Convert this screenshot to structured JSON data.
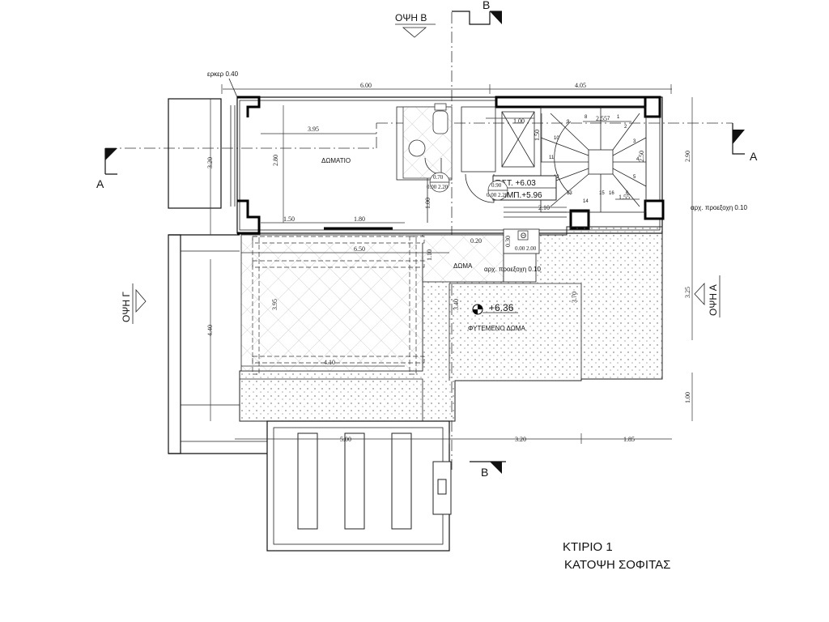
{
  "building": {
    "title": "ΚΤΙΡΙΟ 1",
    "subtitle": "ΚΑΤΟΨΗ ΣΟΦΙΤΑΣ"
  },
  "sections": {
    "b_top": "Β",
    "b_bottom": "Β",
    "a_left": "Α",
    "a_right": "Α"
  },
  "views": {
    "view_b": "ΟΨΗ Β",
    "view_g": "ΟΨΗ Γ",
    "view_a": "ΟΨΗ Α"
  },
  "rooms": {
    "room": "ΔΩΜΑΤΙΟ",
    "roof": "ΔΩΜΑ",
    "planted_roof": "ΦΥΤΕΜΕΝΟ ΔΩΜΑ"
  },
  "notes": {
    "bay": "ερκερ 0.40",
    "projection_right": "αρχ. προεξοχη 0.10",
    "projection_mid": "αρχ. προεξοχη 0.10"
  },
  "levels": {
    "ts_level": "Τ.ΣΤ.    +6.03",
    "stmp_level": "ΣΤ.ΜΠ.+5.96",
    "roof_level": "+6.36",
    "theta": "Θ"
  },
  "openings": {
    "door_070_w": "0.70",
    "door_070_h": "0.00 2.20",
    "door_090_w": "0.90",
    "door_090_h": "0.00 2.20",
    "theta_h": "0.00 2.00"
  },
  "dimensions": {
    "top_600": "6.00",
    "top_405": "4.05",
    "d_395": "3.95",
    "d_100_top": "1.00",
    "d_255": "2.55",
    "d_150": "1.50",
    "d_250": "2.50",
    "d_155": "1.55",
    "d_210": "2.10",
    "d_320": "3.20",
    "d_280": "2.80",
    "d_290": "2.90",
    "d_100_mid": "1.00",
    "d_150_b": "1.50",
    "d_180": "1.80",
    "d_020": "0.20",
    "d_030": "0.30",
    "d_650": "6.50",
    "d_110": "1.10",
    "d_325": "3.25",
    "d_440": "4.40",
    "d_395_b": "3.95",
    "d_340": "3.40",
    "d_370": "3.70",
    "d_410": "4.10",
    "d_100_right": "1.00",
    "bottom_500": "5.00",
    "bottom_320": "3.20",
    "bottom_185": "1.85"
  },
  "stair_steps": [
    "1",
    "2",
    "3",
    "4",
    "5",
    "6",
    "7",
    "8",
    "9",
    "10",
    "11",
    "12",
    "13",
    "14",
    "15",
    "16"
  ]
}
